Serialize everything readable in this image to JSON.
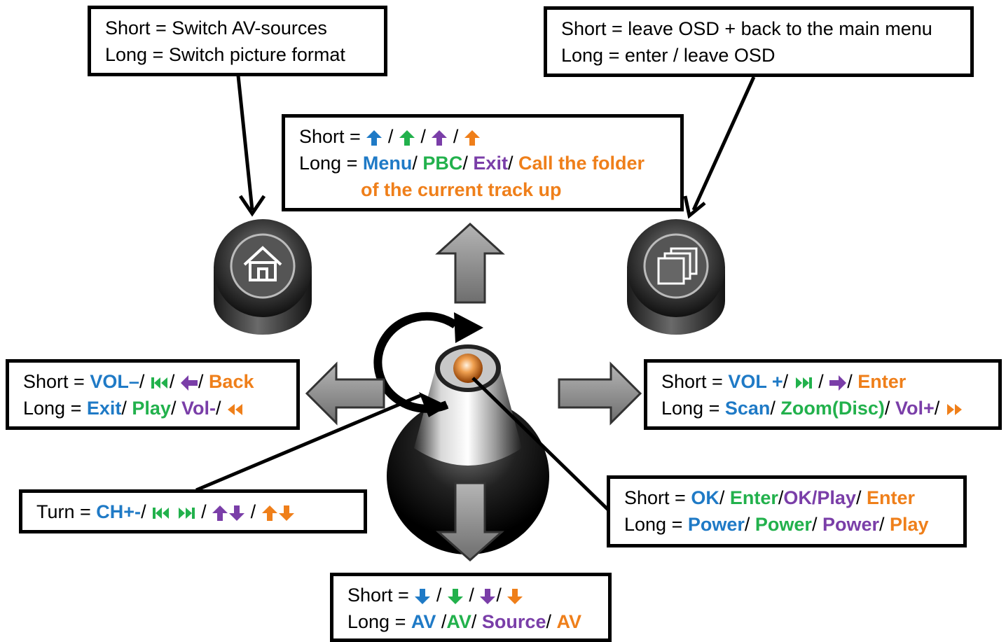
{
  "colors": {
    "blue": "#1f7ac6",
    "green": "#22b14c",
    "purple": "#7a3ea8",
    "orange": "#ef7f1a"
  },
  "icons": {
    "home_button": "home-icon",
    "menu_button": "stacked-windows-icon",
    "arrow_up": "up-arrow-icon",
    "arrow_down": "down-arrow-icon",
    "arrow_left": "left-arrow-icon",
    "arrow_right": "right-arrow-icon",
    "prev_track": "previous-track-icon",
    "next_track": "next-track-icon",
    "rewind": "rewind-icon",
    "fast_forward": "fast-forward-icon",
    "rotation": "rotate-arrow-icon"
  },
  "home_box": {
    "short": "Short = Switch AV-sources",
    "long": "Long = Switch picture format"
  },
  "osd_box": {
    "short": "Short = leave OSD + back to the main menu",
    "long": "Long = enter / leave OSD"
  },
  "up_box": {
    "short_prefix": "Short = ",
    "sep": "/",
    "long_prefix": "Long = ",
    "long_blue": "Menu",
    "long_green": "PBC",
    "long_purple": "Exit",
    "long_orange": "Call the folder",
    "long_orange_2": "of the current track up"
  },
  "left_box": {
    "short_prefix": "Short = ",
    "short_blue": "VOL–",
    "short_orange": "Back",
    "long_prefix": "Long = ",
    "long_blue": "Exit",
    "long_green": "Play",
    "long_purple": "Vol-",
    "sep": "/"
  },
  "right_box": {
    "short_prefix": "Short = ",
    "short_blue": "VOL +",
    "short_orange": "Enter",
    "long_prefix": "Long = ",
    "long_blue": "Scan",
    "long_green": "Zoom(Disc)",
    "long_purple": "Vol+",
    "sep": "/"
  },
  "turn_box": {
    "prefix": "Turn = ",
    "blue": "CH+-",
    "sep": "/"
  },
  "press_box": {
    "short_prefix": "Short = ",
    "short_blue": "OK",
    "short_green": "Enter",
    "short_purple": "OK/Play",
    "short_orange": "Enter",
    "long_prefix": "Long = ",
    "long_blue": "Power",
    "long_green": "Power",
    "long_purple": "Power",
    "long_orange": "Play",
    "sep": "/"
  },
  "down_box": {
    "short_prefix": "Short = ",
    "long_prefix": "Long = ",
    "long_blue": "AV ",
    "long_green": "AV",
    "long_purple": "Source",
    "long_orange": "AV",
    "sep": "/"
  }
}
